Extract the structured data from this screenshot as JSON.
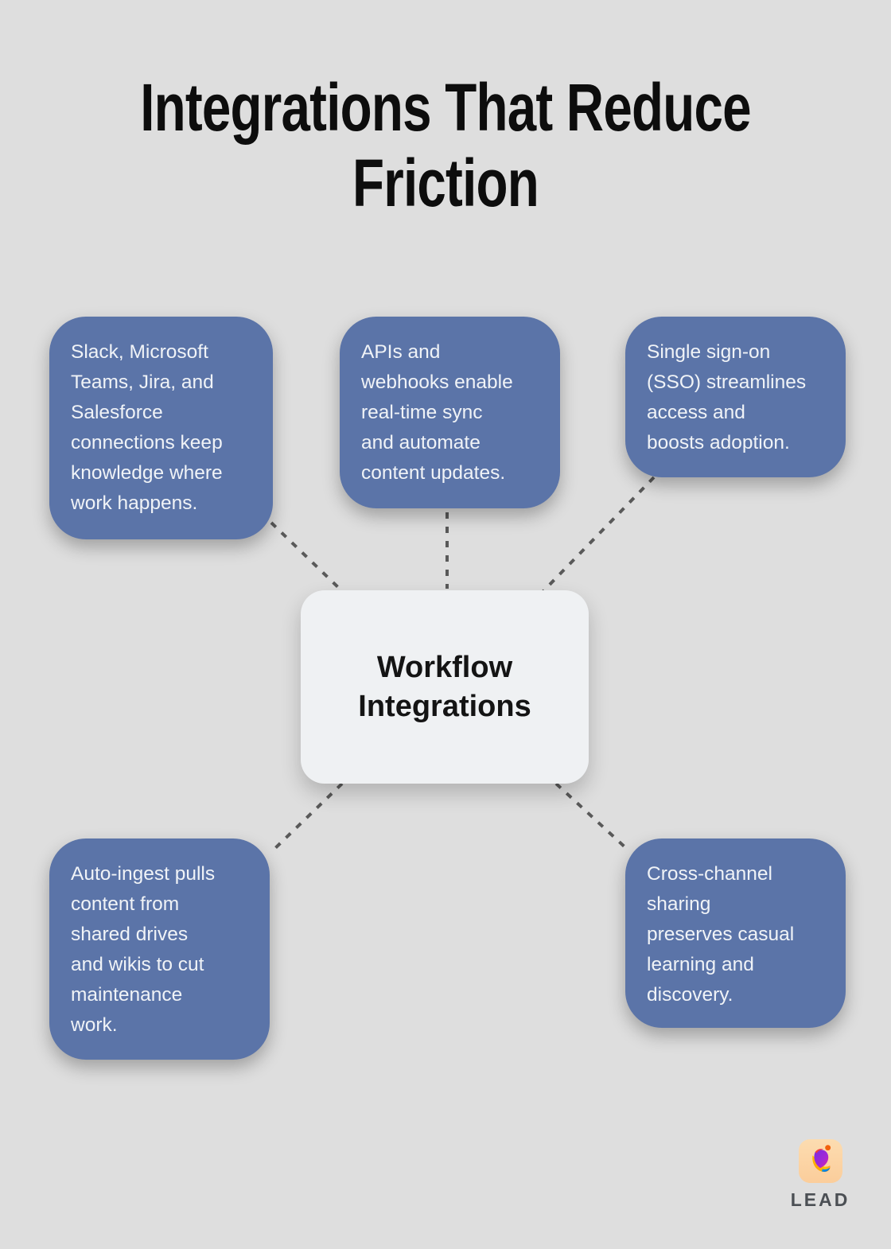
{
  "title": "Integrations That Reduce\nFriction",
  "center_node": {
    "label": "Workflow\nIntegrations"
  },
  "nodes": [
    {
      "id": "top-left",
      "text": "Slack, Microsoft\nTeams, Jira, and\nSalesforce\nconnections keep\nknowledge where\nwork happens."
    },
    {
      "id": "top-middle",
      "text": "APIs and\nwebhooks enable\nreal-time sync\nand automate\ncontent updates."
    },
    {
      "id": "top-right",
      "text": "Single sign-on\n(SSO) streamlines\naccess and\nboosts adoption."
    },
    {
      "id": "bottom-left",
      "text": "Auto-ingest pulls\ncontent from\nshared drives\nand wikis to cut\nmaintenance\nwork."
    },
    {
      "id": "bottom-right",
      "text": "Cross-channel\nsharing\npreserves casual\nlearning and\ndiscovery."
    }
  ],
  "logo": {
    "text": "LEAD",
    "icon": "lead-swirl-icon"
  },
  "colors": {
    "background": "#dedede",
    "card": "#5b74a8",
    "card_text": "#f0f3f7",
    "center_bg": "#eff1f3",
    "title_text": "#0d0d0d",
    "connector": "#595959",
    "logo_bg": "#fbd3a4",
    "logo_text": "#4b4f54"
  }
}
